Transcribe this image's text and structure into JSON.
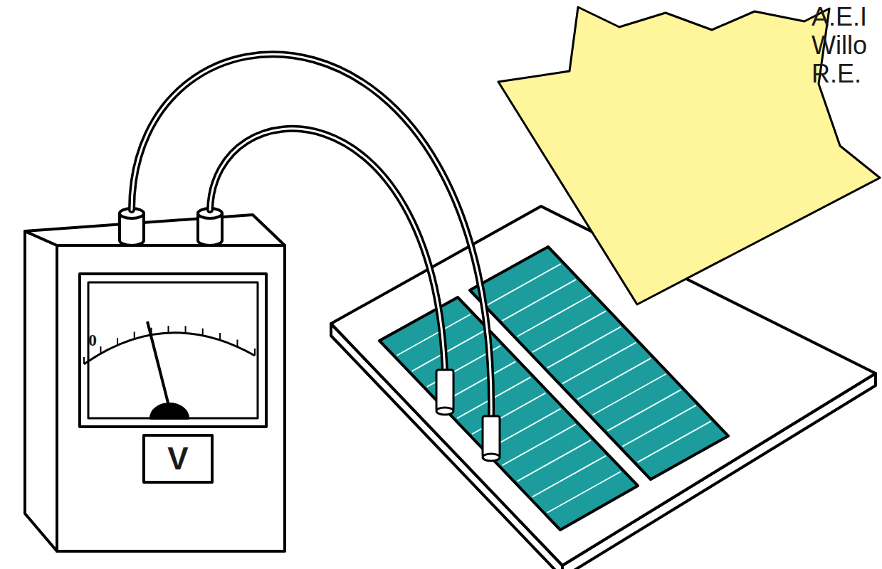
{
  "diagram": {
    "labels": [
      "A.E.I",
      "Willo",
      "R.E.",
      "0",
      "V"
    ]
  }
}
